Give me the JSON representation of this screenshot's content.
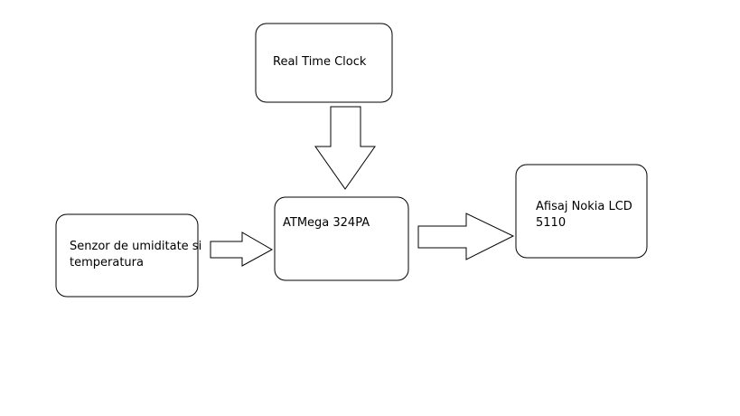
{
  "diagram": {
    "nodes": {
      "rtc": {
        "lines": [
          "Real Time Clock"
        ]
      },
      "mcu": {
        "lines": [
          "ATMega 324PA"
        ]
      },
      "sensor": {
        "lines": [
          "Senzor de umiditate si",
          "temperatura"
        ]
      },
      "display": {
        "lines": [
          "Afisaj Nokia LCD",
          "5110"
        ]
      }
    },
    "edges": [
      {
        "from": "rtc",
        "to": "mcu"
      },
      {
        "from": "sensor",
        "to": "mcu"
      },
      {
        "from": "mcu",
        "to": "display"
      }
    ]
  }
}
